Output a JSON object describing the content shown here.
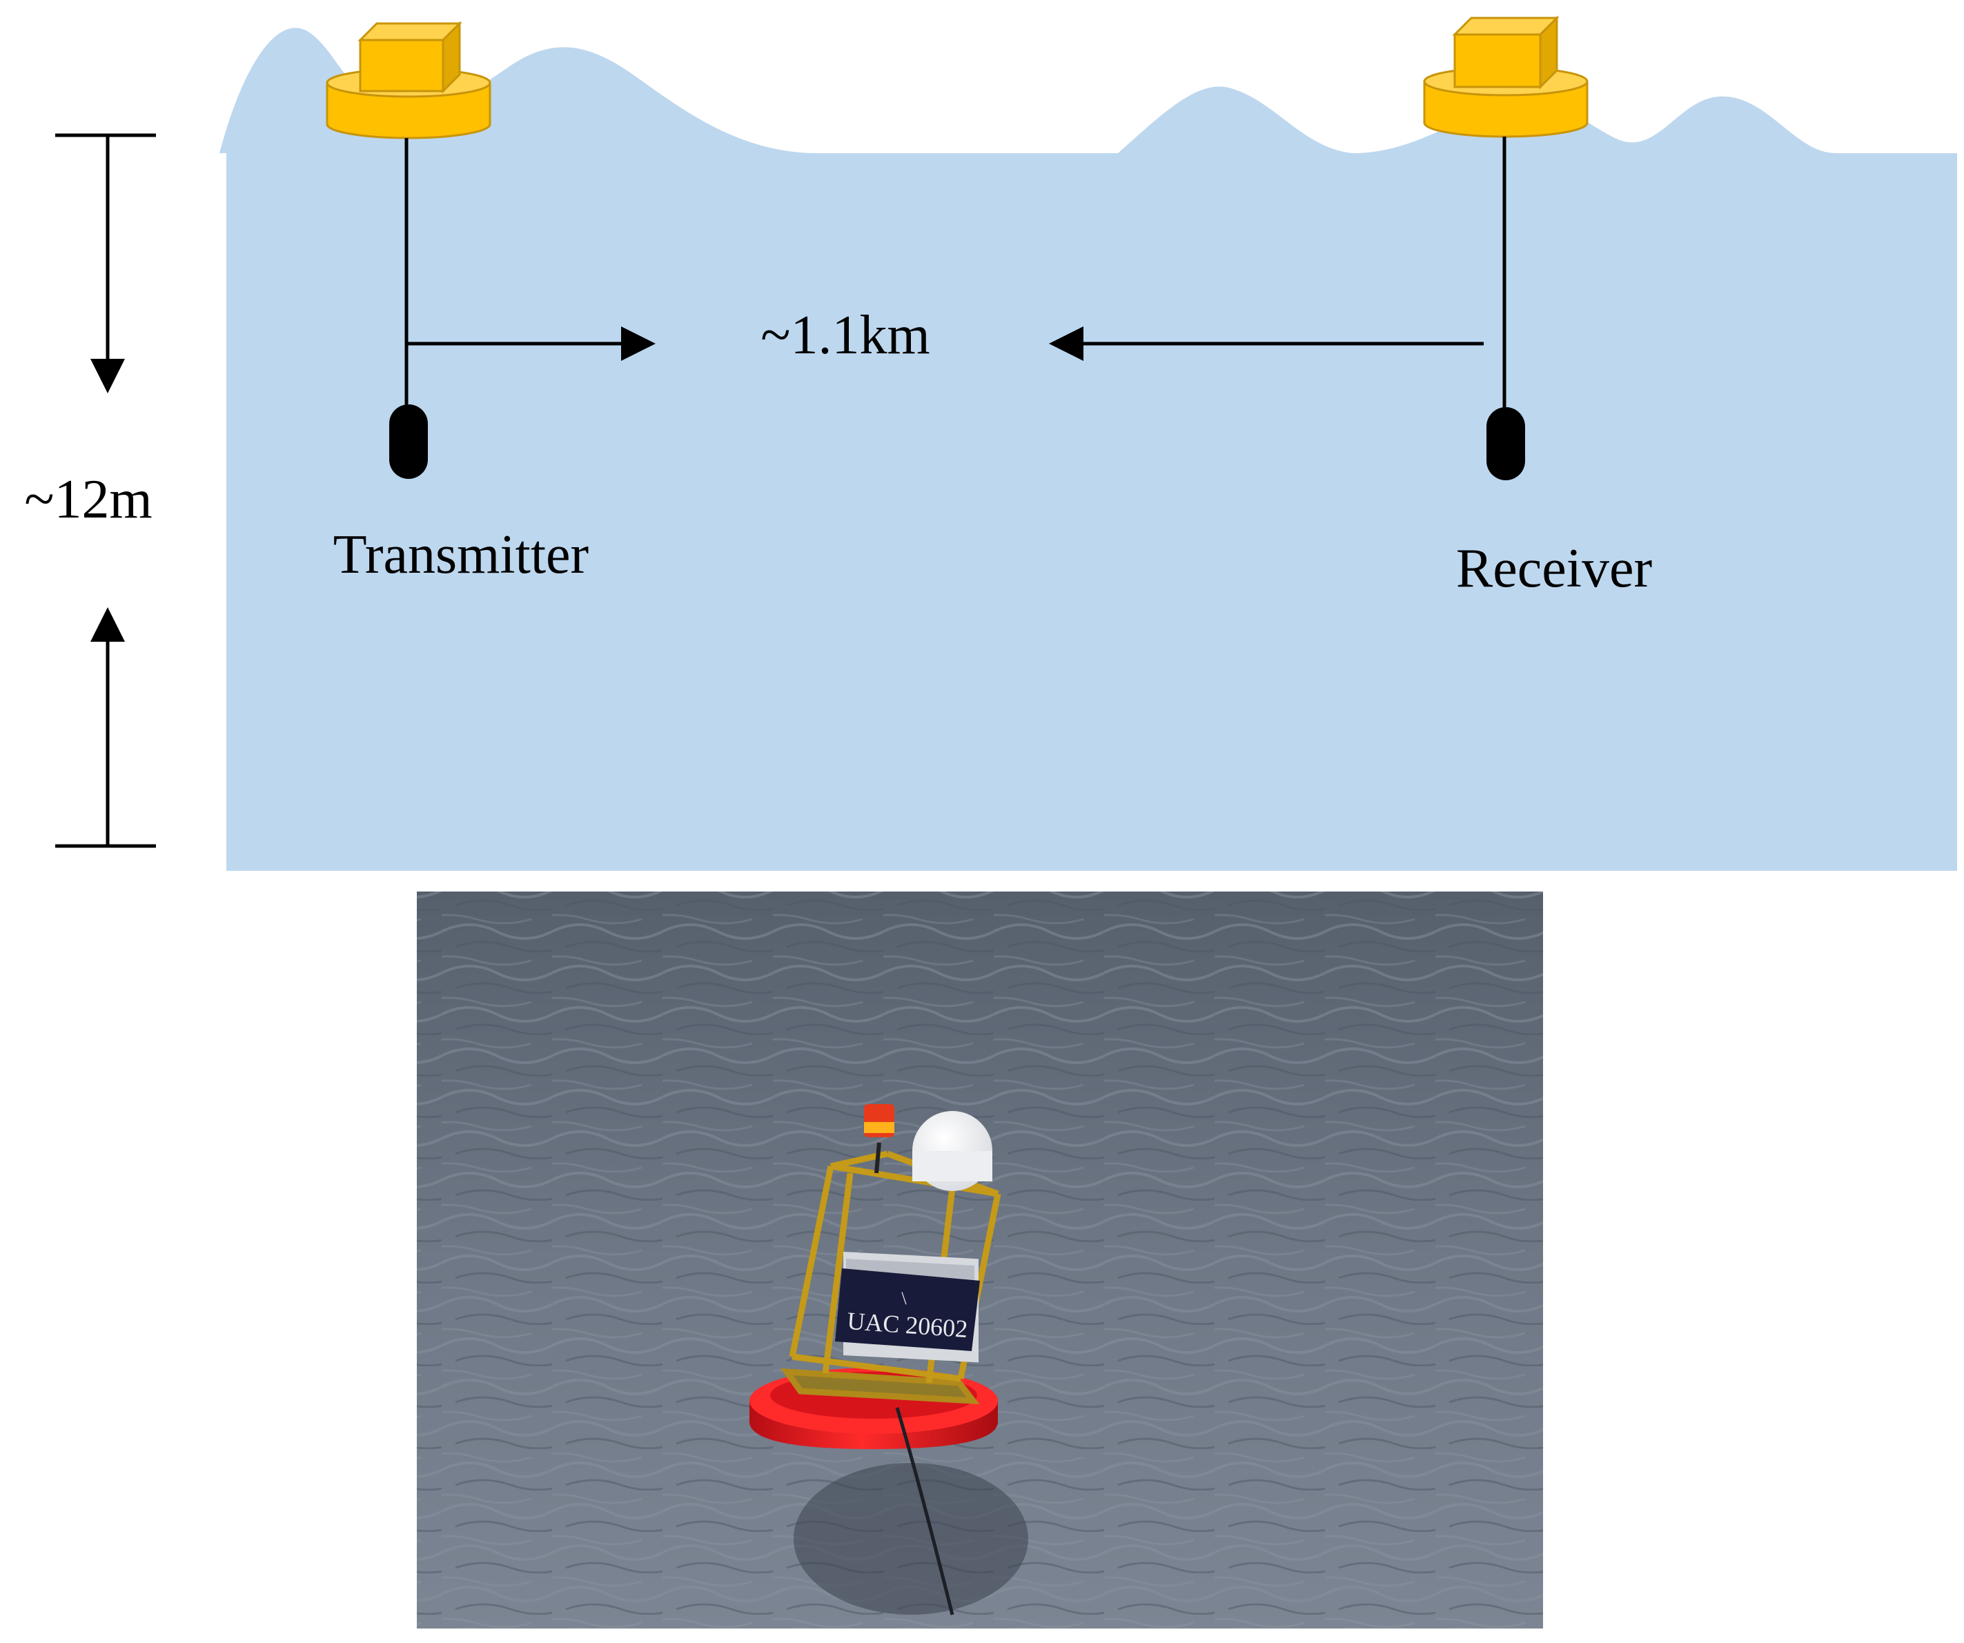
{
  "diagram": {
    "labels": {
      "depth": "~12m",
      "distance": "~1.1km",
      "transmitter": "Transmitter",
      "receiver": "Receiver"
    },
    "photo": {
      "buoy_id": "UAC 20602",
      "plate_mark": "\\"
    }
  },
  "colors": {
    "water": "#bdd7ee",
    "buoy_yellow": "#ffc000",
    "buoy_outline": "#b8860b",
    "buoy_red": "#e8141c",
    "sea": "#6e7784"
  }
}
